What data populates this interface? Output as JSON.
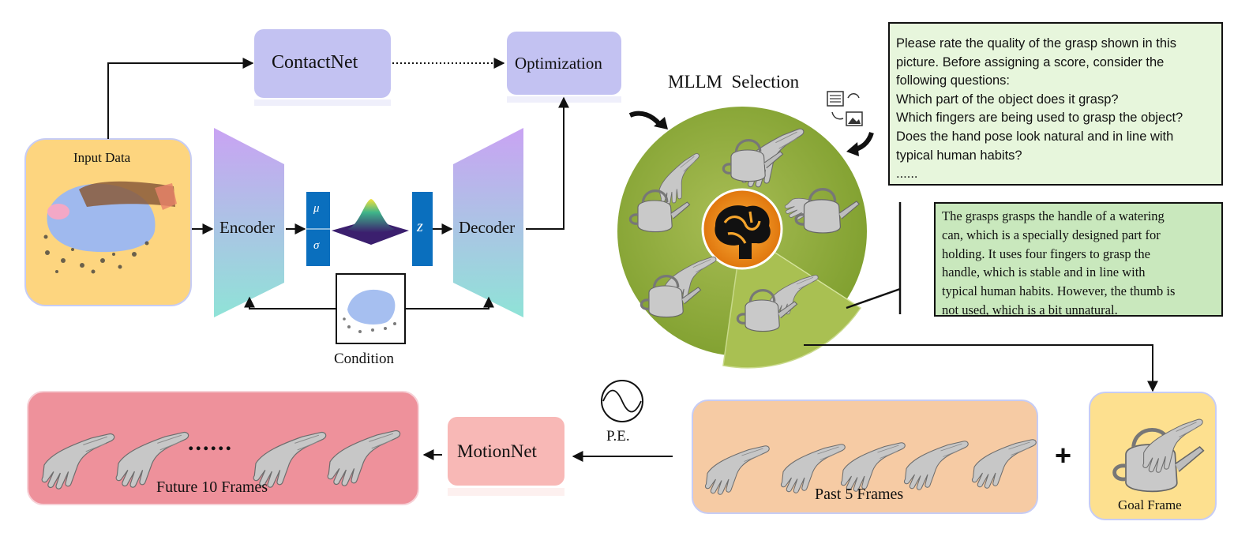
{
  "input_data": {
    "label": "Input Data"
  },
  "contactnet": {
    "label": "ContactNet"
  },
  "optimization": {
    "label": "Optimization"
  },
  "encoder": {
    "label": "Encoder"
  },
  "decoder": {
    "label": "Decoder"
  },
  "latent": {
    "mu": "μ",
    "sigma": "σ",
    "z": "z"
  },
  "condition": {
    "label": "Condition"
  },
  "mllm": {
    "label": "MLLM  Selection"
  },
  "prompt": {
    "lines": [
      "Please rate the quality of the grasp shown in this",
      "picture. Before assigning a score, consider the",
      "following questions:",
      "Which part of the object does it grasp?",
      "Which fingers are being used to grasp the object?",
      "Does the hand pose look natural and in line with",
      "typical human habits?",
      "......"
    ]
  },
  "answer": {
    "lines": [
      "The grasps grasps the handle of  a watering",
      "can, which is a specially designed part for",
      "holding. It uses four fingers to grasp the",
      "handle, which is stable and in line with",
      "typical human habits. However, the thumb is",
      "not used, which is a bit unnatural."
    ]
  },
  "future": {
    "label": "Future 10 Frames",
    "ellipsis": "......"
  },
  "motionnet": {
    "label": "MotionNet"
  },
  "pe": {
    "label": "P.E."
  },
  "past": {
    "label": "Past 5 Frames"
  },
  "plus": "+",
  "goal": {
    "label": "Goal Frame"
  },
  "colors": {
    "input_bg": "#fdd57f",
    "net_box": "#c3c2f2",
    "latent_blue": "#0a6fbe",
    "wheel_green": "#98b440",
    "prompt_bg": "#e7f6dc",
    "answer_bg": "#c9e8bd",
    "future_bg": "#ee919b",
    "motionnet_bg": "#f8b8b6",
    "past_bg": "#f6cba4",
    "goal_bg": "#fde08f"
  },
  "icons": [
    "hand-mesh-icon",
    "watering-can-icon",
    "brain-icon",
    "sine-wave-icon",
    "document-image-icon"
  ]
}
